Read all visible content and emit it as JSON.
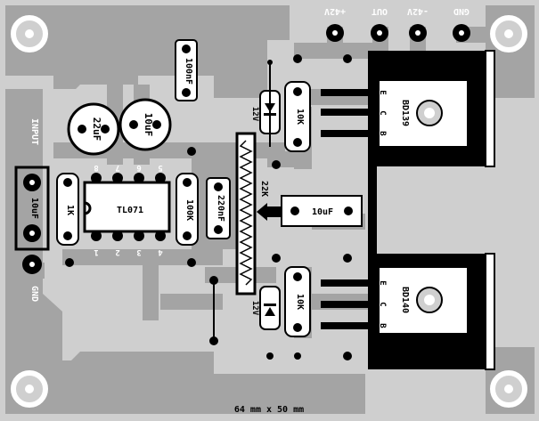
{
  "board": {
    "dimension_label": "64 mm x 50 mm"
  },
  "connectors": {
    "plus42": "+42V",
    "out": "OUT",
    "minus42": "-42V",
    "gnd_top": "GND",
    "input": "INPUT",
    "gnd_left": "GND"
  },
  "components": {
    "ic": "TL071",
    "pin1": "1",
    "pin2": "2",
    "pin3": "3",
    "pin4": "4",
    "pin5": "5",
    "pin6": "6",
    "pin7": "7",
    "pin8": "8",
    "cap_100nf": "100nF",
    "cap_22uf": "22uF",
    "cap_10uf_a": "10uF",
    "cap_10uf_input": "10uF",
    "res_1k": "1K",
    "res_100k": "100K",
    "cap_220nf": "220nF",
    "pot_22k": "22K",
    "cap_10uf_bias": "10uF",
    "zener_top": "12V",
    "zener_bottom": "12V",
    "res_10k_top": "10K",
    "res_10k_bottom": "10K",
    "transistor_top": "BD139",
    "transistor_bottom": "BD140",
    "pin_e": "E",
    "pin_c": "C",
    "pin_b": "B"
  },
  "colors": {
    "board": "#cfcfcf",
    "copper": "#a4a4a4",
    "silk": "#000000",
    "pad": "#ffffff",
    "text": "#ffffff"
  }
}
